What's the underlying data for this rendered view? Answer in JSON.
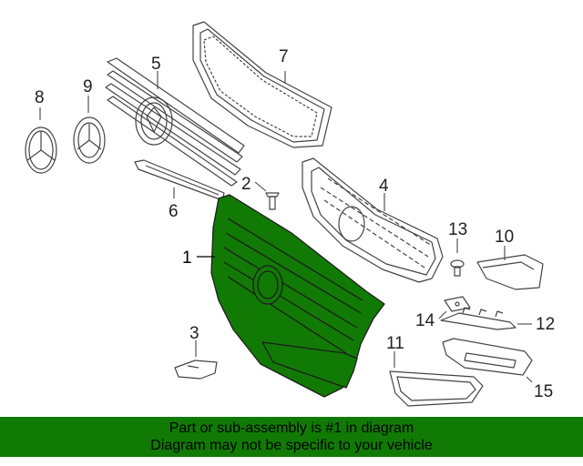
{
  "callouts": {
    "c1": "1",
    "c2": "2",
    "c3": "3",
    "c4": "4",
    "c5": "5",
    "c6": "6",
    "c7": "7",
    "c8": "8",
    "c9": "9",
    "c10": "10",
    "c11": "11",
    "c12": "12",
    "c13": "13",
    "c14": "14",
    "c15": "15"
  },
  "banner": {
    "line1": "Part or sub-assembly is #1 in diagram",
    "line2": "Diagram may not be specific to your vehicle"
  },
  "colors": {
    "highlight": "#117a05",
    "line": "#444444"
  }
}
